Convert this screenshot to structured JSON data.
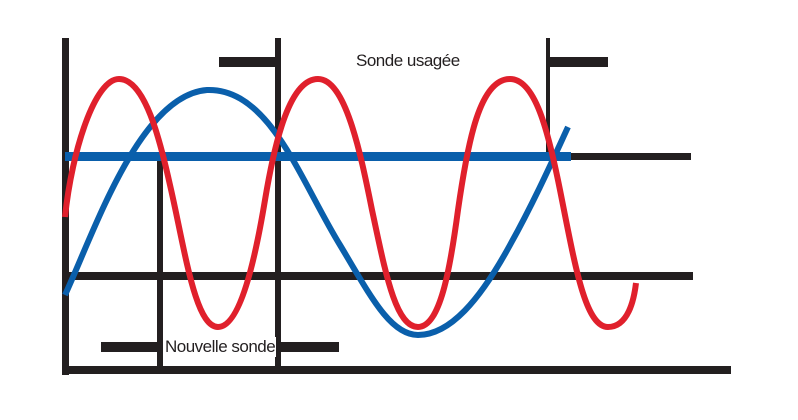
{
  "labels": {
    "used_probe": "Sonde usagée",
    "new_probe": "Nouvelle sonde"
  },
  "colors": {
    "frame": "#231f20",
    "red_wave": "#e0202c",
    "blue_wave": "#0a5fab",
    "background": "#ffffff"
  },
  "diagram": {
    "description": "Comparison of signal waveforms: new probe (red, higher frequency) vs used probe (blue, lower frequency), with threshold lines and timing markers",
    "series": [
      {
        "name": "red_wave",
        "color": "#e0202c",
        "cycles_visible": 2.75,
        "peaks_x": [
          119,
          318,
          510
        ],
        "troughs_x": [
          218,
          418,
          608
        ]
      },
      {
        "name": "blue_wave",
        "color": "#0a5fab",
        "cycles_visible": 1.25,
        "peak_x": 207,
        "trough_x": 418
      }
    ],
    "reference_lines": {
      "upper_threshold_y": 157,
      "lower_threshold_y": 276,
      "baseline_y": 370
    },
    "markers": {
      "new_probe_interval": [
        160,
        278
      ],
      "used_probe_interval": [
        278,
        548
      ]
    }
  }
}
